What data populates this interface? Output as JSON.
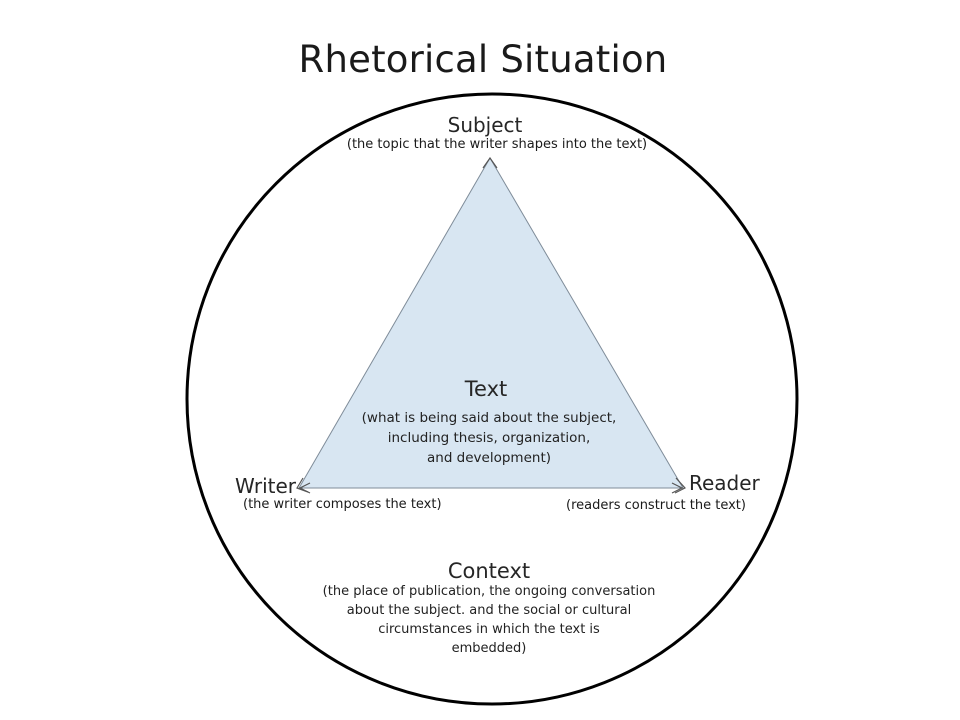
{
  "title": "Rhetorical Situation",
  "subject": {
    "label": "Subject",
    "description": "(the topic that the writer shapes into the text)"
  },
  "text": {
    "label": "Text",
    "description_lines": [
      "(what is being said about the subject,",
      "including thesis, organization,",
      "and development)"
    ]
  },
  "writer": {
    "label": "Writer",
    "description": "(the writer composes the text)"
  },
  "reader": {
    "label": "Reader",
    "description": "(readers construct the text)"
  },
  "context": {
    "label": "Context",
    "description_lines": [
      "(the place of publication, the ongoing conversation",
      "about the subject. and the social or cultural",
      "circumstances in which the text is",
      "embedded)"
    ]
  },
  "colors": {
    "triangle_fill": "#d8e6f2",
    "triangle_stroke": "#7f8c99",
    "circle_stroke": "#000000"
  }
}
